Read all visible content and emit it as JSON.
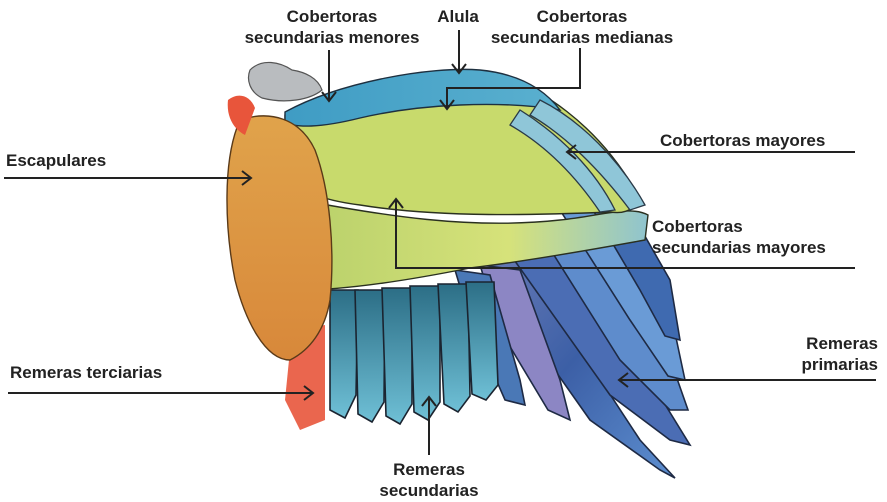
{
  "labels": {
    "cob_sec_menores": {
      "line1": "Cobertoras",
      "line2": "secundarias menores"
    },
    "alula": "Alula",
    "cob_sec_medianas": {
      "line1": "Cobertoras",
      "line2": "secundarias medianas"
    },
    "escapulares": "Escapulares",
    "cob_mayores": "Cobertoras mayores",
    "cob_sec_mayores": {
      "line1": "Cobertoras",
      "line2": "secundarias mayores"
    },
    "rem_terciarias": "Remeras terciarias",
    "rem_primarias": {
      "line1": "Remeras",
      "line2": "primarias"
    },
    "rem_secundarias": {
      "line1": "Remeras",
      "line2": "secundarias"
    }
  },
  "colors": {
    "text": "#222222",
    "leader_line": "#222222",
    "scapular_orange": "#e3a24a",
    "covert_yellow_green": "#c9d86a",
    "covert_blue": "#3f9cc4",
    "primary_blue": "#3c5fa6",
    "secondary_teal": "#3b8ea8",
    "tertiary_red": "#e8553b"
  }
}
